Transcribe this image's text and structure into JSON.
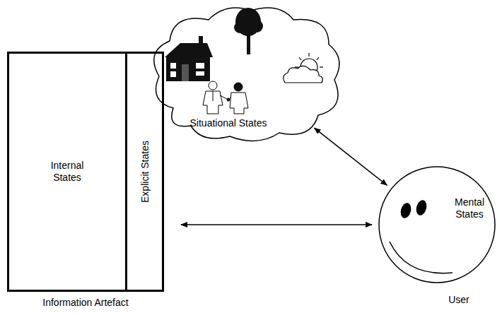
{
  "diagram": {
    "nodes": [
      {
        "text": [
          "Internal States",
          "Information Artefact"
        ]
      },
      {
        "text": [
          "Explicit States"
        ],
        "in": 0
      },
      {
        "text": [
          "Situational States"
        ]
      },
      {
        "text": [
          "Mental States",
          "User"
        ]
      }
    ],
    "edges": [
      {
        "from": 0,
        "to": 3,
        "arrow": "both"
      },
      {
        "from": 2,
        "to": 3,
        "arrow": "both"
      }
    ]
  }
}
